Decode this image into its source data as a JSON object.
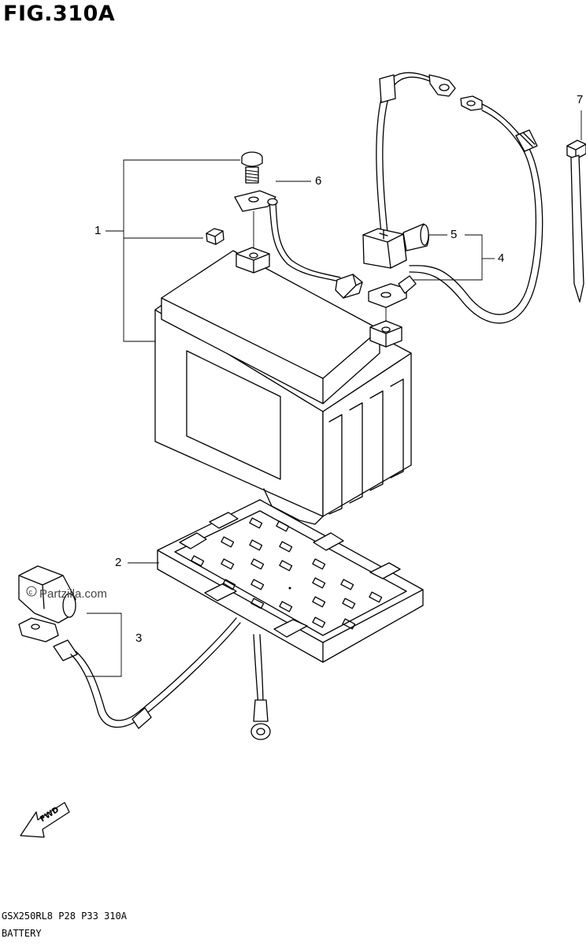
{
  "figure": {
    "title": "FIG.310A",
    "watermark": "Partzilla.com",
    "fwd_label": "FWD",
    "footer_code": "GSX250RL8  P28  P33  310A",
    "footer_name": "BATTERY"
  },
  "callouts": [
    {
      "id": "1",
      "label": "1"
    },
    {
      "id": "2",
      "label": "2"
    },
    {
      "id": "3",
      "label": "3"
    },
    {
      "id": "4",
      "label": "4"
    },
    {
      "id": "5",
      "label": "5"
    },
    {
      "id": "6",
      "label": "6"
    },
    {
      "id": "7",
      "label": "7"
    }
  ],
  "icons": {
    "fwd_arrow": "fwd-arrow-icon",
    "copyright": "copyright-icon"
  }
}
